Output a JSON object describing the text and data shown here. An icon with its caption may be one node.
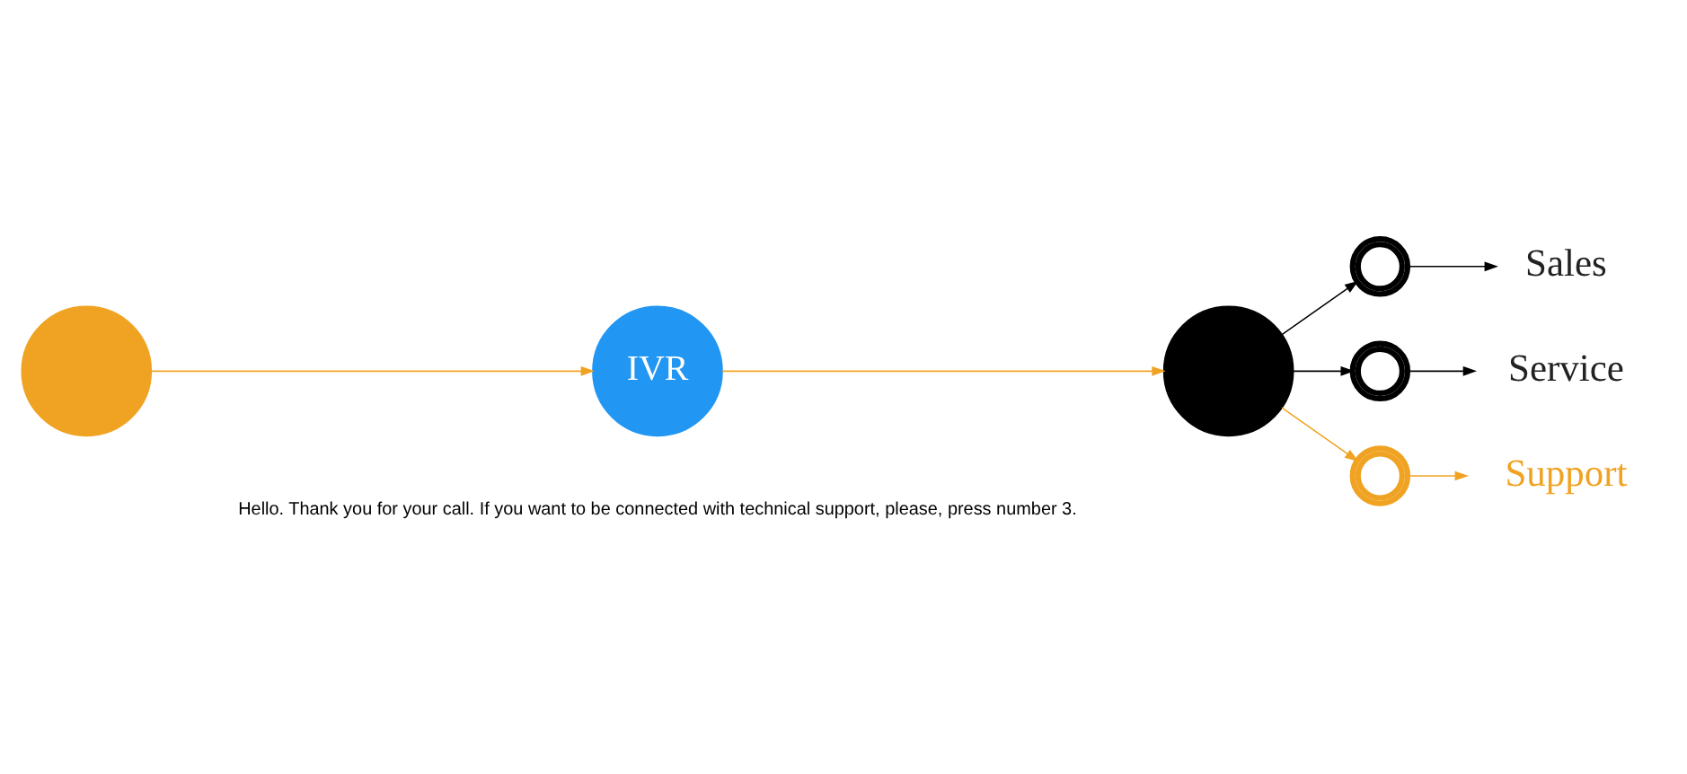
{
  "diagram": {
    "nodes": [
      {
        "text": [],
        "shape": "circle"
      },
      {
        "text": [
          "IVR"
        ],
        "beside": [
          "Hello. Thank you for your call. If you want to be connected with technical support, please, press number 3."
        ]
      },
      {
        "text": [],
        "shape": "circle"
      },
      {
        "text": [],
        "shape": "phone"
      },
      {
        "text": [],
        "shape": "phone"
      },
      {
        "text": [],
        "shape": "phone"
      },
      {
        "text": [
          "Sales"
        ]
      },
      {
        "text": [
          "Service"
        ]
      },
      {
        "text": [
          "Support"
        ]
      }
    ],
    "edges": [
      {
        "from": 0,
        "to": 1,
        "arrow": "to",
        "color": "#f0a322"
      },
      {
        "from": 1,
        "to": 2,
        "arrow": "to",
        "color": "#f0a322"
      },
      {
        "from": 2,
        "to": 3,
        "arrow": "to",
        "color": "#000000"
      },
      {
        "from": 2,
        "to": 4,
        "arrow": "to",
        "color": "#000000"
      },
      {
        "from": 2,
        "to": 5,
        "arrow": "to",
        "color": "#f0a322"
      },
      {
        "from": 3,
        "to": 6,
        "arrow": "to",
        "color": "#000000"
      },
      {
        "from": 4,
        "to": 7,
        "arrow": "to",
        "color": "#000000"
      },
      {
        "from": 5,
        "to": 8,
        "arrow": "to",
        "color": "#f0a322"
      }
    ]
  }
}
